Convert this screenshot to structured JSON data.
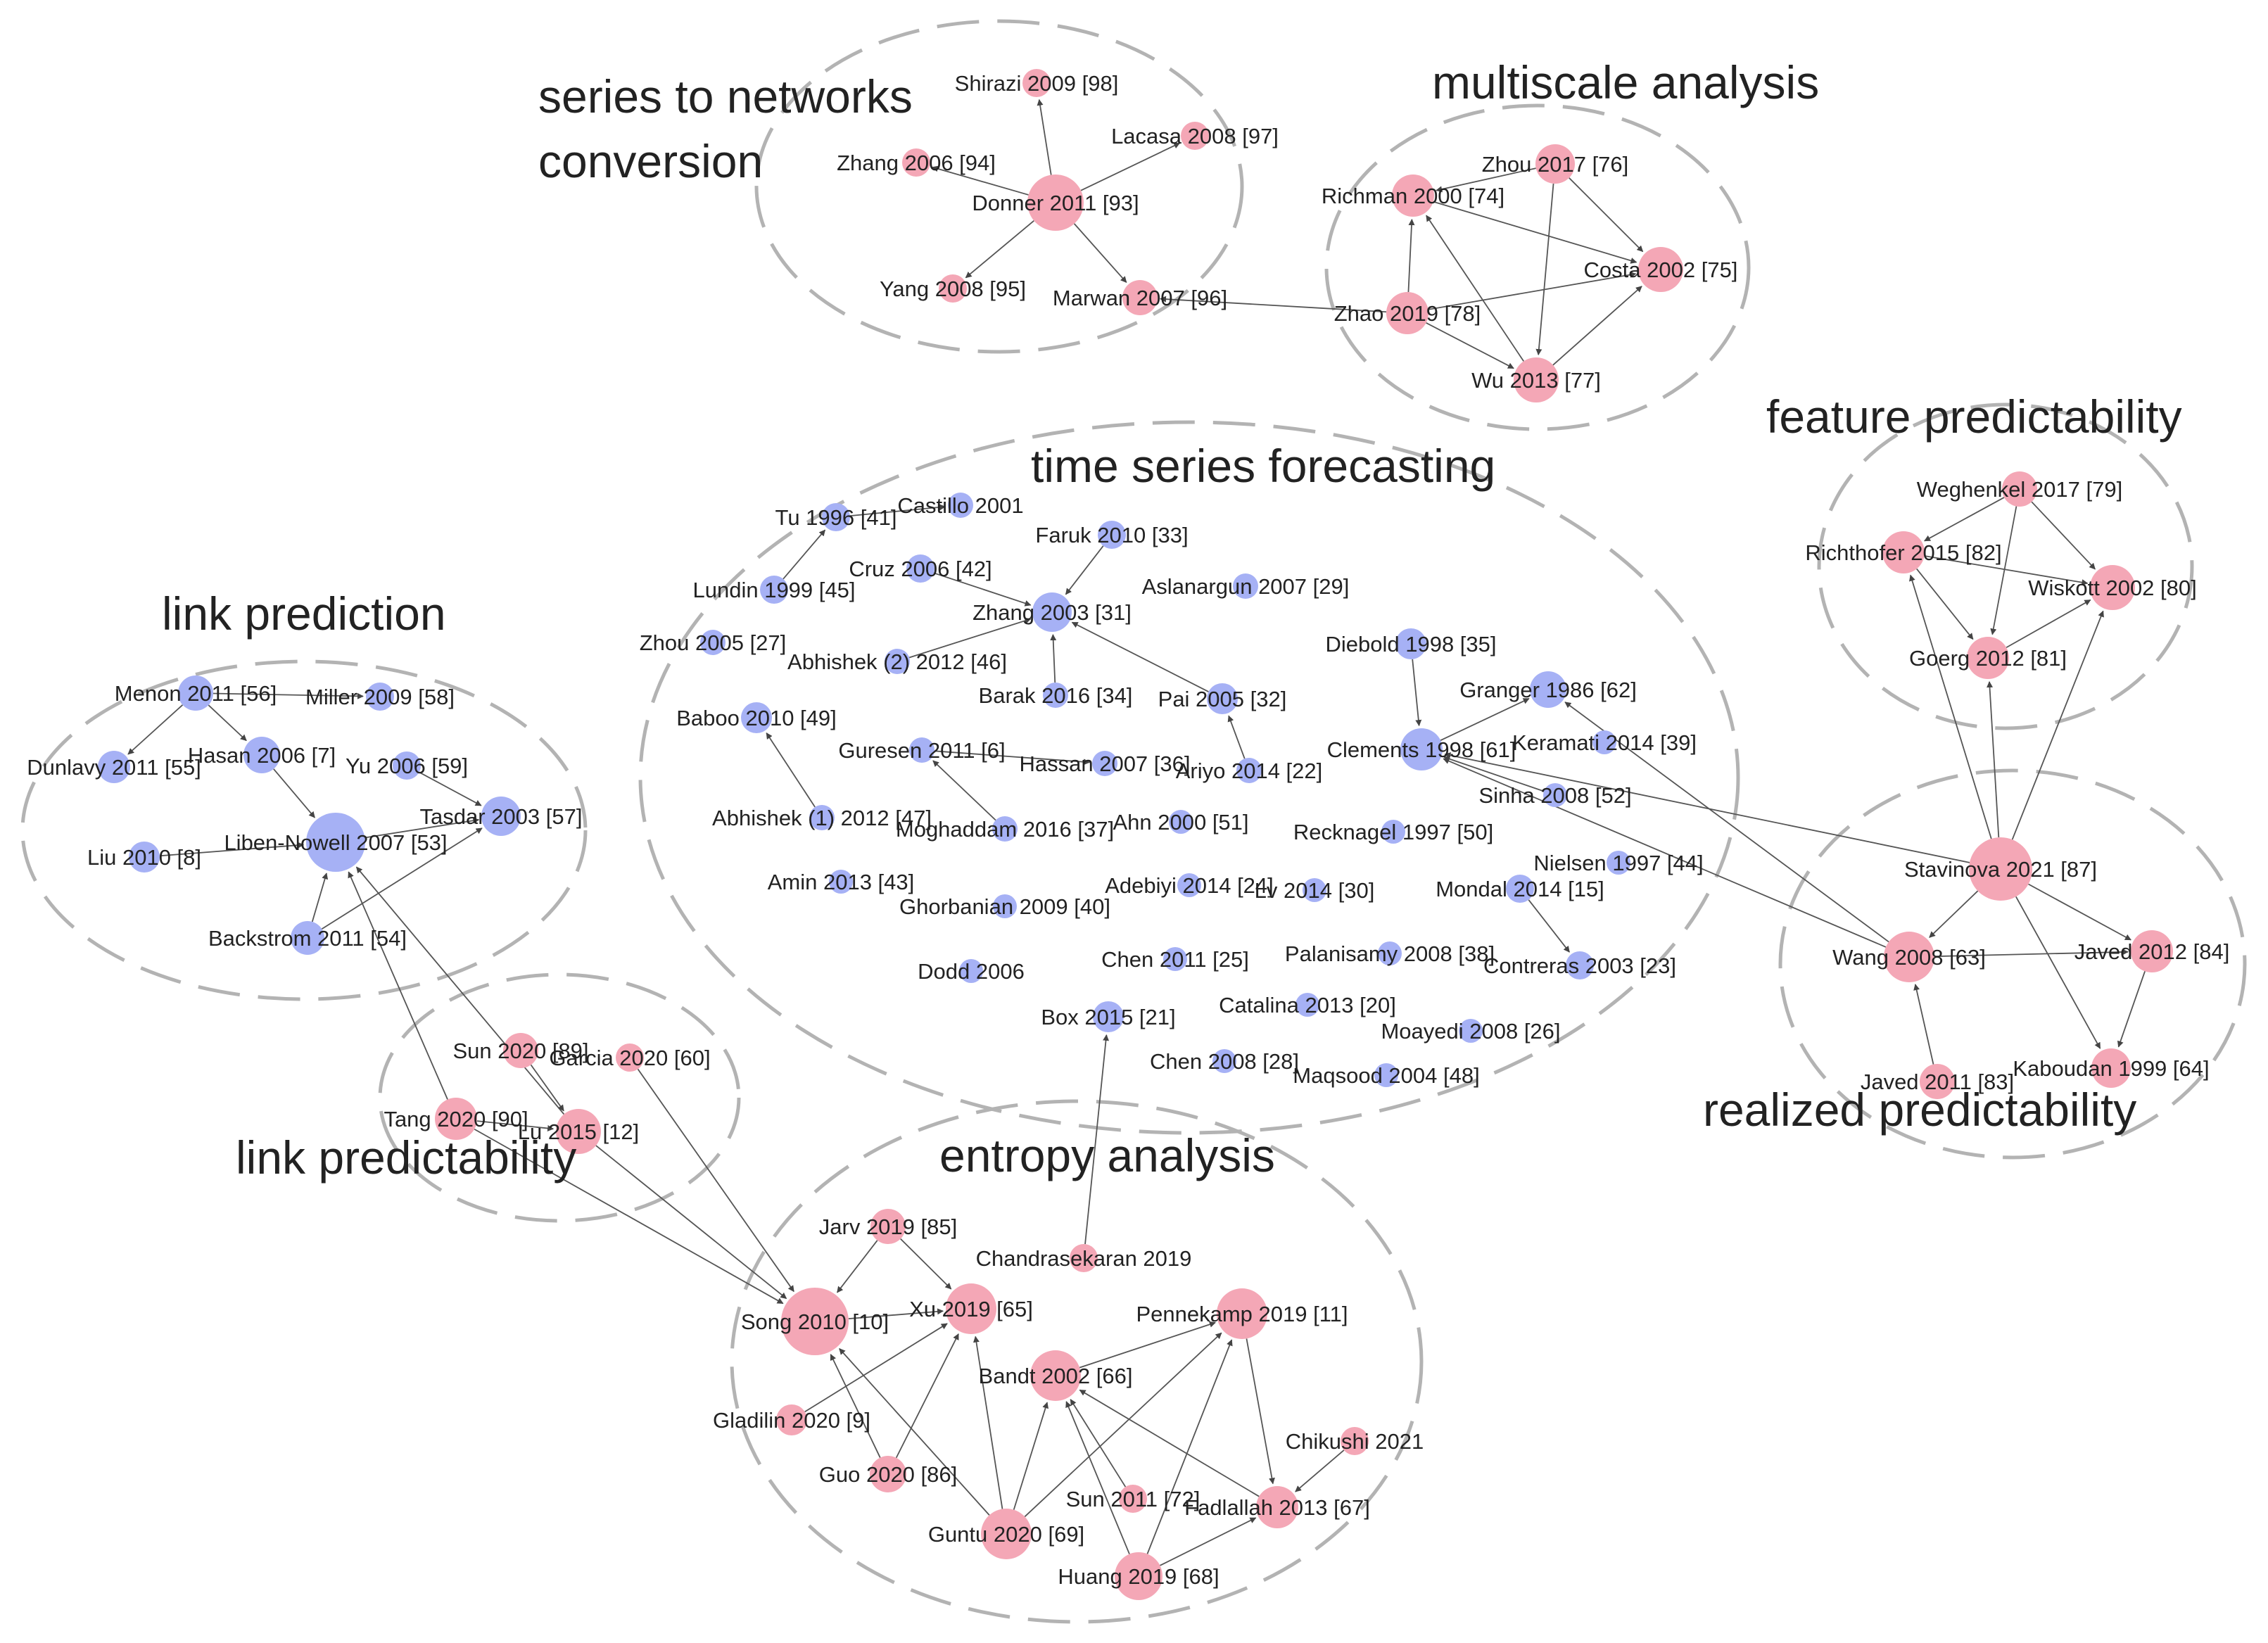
{
  "colors": {
    "pink": "#f4a7b6",
    "blue": "#a6b1f5",
    "cluster_stroke": "#b3b3b3",
    "edge": "#555555"
  },
  "clusters": [
    {
      "id": "s2n",
      "title": [
        "series to networks",
        "conversion"
      ]
    },
    {
      "id": "ms",
      "title": [
        "multiscale analysis"
      ]
    },
    {
      "id": "fp",
      "title": [
        "feature predictability"
      ]
    },
    {
      "id": "tsf",
      "title": [
        "time series forecasting"
      ]
    },
    {
      "id": "lp",
      "title": [
        "link prediction"
      ]
    },
    {
      "id": "rp",
      "title": [
        "realized predictability"
      ]
    },
    {
      "id": "lpr",
      "title": [
        "link predictability"
      ]
    },
    {
      "id": "ea",
      "title": [
        "entropy analysis"
      ]
    }
  ],
  "nodes": [
    {
      "id": "shirazi",
      "label": "Shirazi 2009 [98]",
      "group": "pink",
      "size": 1
    },
    {
      "id": "lacasa",
      "label": "Lacasa 2008 [97]",
      "group": "pink",
      "size": 1
    },
    {
      "id": "zhang2006",
      "label": "Zhang 2006 [94]",
      "group": "pink",
      "size": 1
    },
    {
      "id": "donner",
      "label": "Donner 2011 [93]",
      "group": "pink",
      "size": 3
    },
    {
      "id": "yang",
      "label": "Yang 2008 [95]",
      "group": "pink",
      "size": 1
    },
    {
      "id": "marwan",
      "label": "Marwan 2007 [96]",
      "group": "pink",
      "size": 1.5
    },
    {
      "id": "zhou2017",
      "label": "Zhou 2017 [76]",
      "group": "pink",
      "size": 1.8
    },
    {
      "id": "richman",
      "label": "Richman 2000 [74]",
      "group": "pink",
      "size": 2
    },
    {
      "id": "costa",
      "label": "Costa 2002 [75]",
      "group": "pink",
      "size": 2.2
    },
    {
      "id": "zhao",
      "label": "Zhao 2019 [78]",
      "group": "pink",
      "size": 2
    },
    {
      "id": "wu",
      "label": "Wu 2013 [77]",
      "group": "pink",
      "size": 2.2
    },
    {
      "id": "weghenkel",
      "label": "Weghenkel 2017 [79]",
      "group": "pink",
      "size": 1.5
    },
    {
      "id": "richthofer",
      "label": "Richthofer 2015 [82]",
      "group": "pink",
      "size": 2
    },
    {
      "id": "wiskott",
      "label": "Wiskott 2002 [80]",
      "group": "pink",
      "size": 2.2
    },
    {
      "id": "goerg",
      "label": "Goerg 2012 [81]",
      "group": "pink",
      "size": 2
    },
    {
      "id": "tu",
      "label": "Tu 1996 [41]",
      "group": "blue",
      "size": 1
    },
    {
      "id": "castillo",
      "label": "Castillo 2001",
      "group": "blue",
      "size": 0.8
    },
    {
      "id": "faruk",
      "label": "Faruk 2010 [33]",
      "group": "blue",
      "size": 1
    },
    {
      "id": "lundin",
      "label": "Lundin 1999 [45]",
      "group": "blue",
      "size": 1
    },
    {
      "id": "cruz",
      "label": "Cruz 2006 [42]",
      "group": "blue",
      "size": 1
    },
    {
      "id": "zhang2003",
      "label": "Zhang 2003 [31]",
      "group": "blue",
      "size": 1.8
    },
    {
      "id": "aslanargun",
      "label": "Aslanargun 2007 [29]",
      "group": "blue",
      "size": 0.8
    },
    {
      "id": "zhou2005",
      "label": "Zhou 2005 [27]",
      "group": "blue",
      "size": 0.8
    },
    {
      "id": "abhishek2",
      "label": "Abhishek (2) 2012 [46]",
      "group": "blue",
      "size": 0.8
    },
    {
      "id": "diebold",
      "label": "Diebold 1998 [35]",
      "group": "blue",
      "size": 1.2
    },
    {
      "id": "baboo",
      "label": "Baboo 2010 [49]",
      "group": "blue",
      "size": 1.2
    },
    {
      "id": "barak",
      "label": "Barak 2016 [34]",
      "group": "blue",
      "size": 0.8
    },
    {
      "id": "pai",
      "label": "Pai 2005 [32]",
      "group": "blue",
      "size": 1.2
    },
    {
      "id": "granger",
      "label": "Granger 1986 [62]",
      "group": "blue",
      "size": 1.6
    },
    {
      "id": "guresen",
      "label": "Guresen 2011 [6]",
      "group": "blue",
      "size": 0.8
    },
    {
      "id": "hassan",
      "label": "Hassan 2007 [36]",
      "group": "blue",
      "size": 0.8
    },
    {
      "id": "ariyo",
      "label": "Ariyo 2014 [22]",
      "group": "blue",
      "size": 0.8
    },
    {
      "id": "clements",
      "label": "Clements 1998 [61]",
      "group": "blue",
      "size": 2
    },
    {
      "id": "keramati",
      "label": "Keramati 2014 [39]",
      "group": "blue",
      "size": 0.7
    },
    {
      "id": "sinha",
      "label": "Sinha 2008 [52]",
      "group": "blue",
      "size": 0.7
    },
    {
      "id": "abhishek1",
      "label": "Abhishek (1) 2012 [47]",
      "group": "blue",
      "size": 0.8
    },
    {
      "id": "moghaddam",
      "label": "Moghaddam 2016 [37]",
      "group": "blue",
      "size": 0.8
    },
    {
      "id": "ahn",
      "label": "Ahn 2000 [51]",
      "group": "blue",
      "size": 0.7
    },
    {
      "id": "recknagel",
      "label": "Recknagel 1997 [50]",
      "group": "blue",
      "size": 0.7
    },
    {
      "id": "nielsen",
      "label": "Nielsen 1997 [44]",
      "group": "blue",
      "size": 0.7
    },
    {
      "id": "amin",
      "label": "Amin 2013 [43]",
      "group": "blue",
      "size": 0.7
    },
    {
      "id": "adebiyi",
      "label": "Adebiyi 2014 [24]",
      "group": "blue",
      "size": 0.7
    },
    {
      "id": "lv",
      "label": "Lv 2014 [30]",
      "group": "blue",
      "size": 0.7
    },
    {
      "id": "mondal",
      "label": "Mondal 2014 [15]",
      "group": "blue",
      "size": 1
    },
    {
      "id": "ghorbanian",
      "label": "Ghorbanian 2009 [40]",
      "group": "blue",
      "size": 0.7
    },
    {
      "id": "palanisamy",
      "label": "Palanisamy 2008 [38]",
      "group": "blue",
      "size": 0.7
    },
    {
      "id": "dodd",
      "label": "Dodd 2006",
      "group": "blue",
      "size": 0.7
    },
    {
      "id": "chen2011",
      "label": "Chen 2011 [25]",
      "group": "blue",
      "size": 0.7
    },
    {
      "id": "contreras",
      "label": "Contreras 2003 [23]",
      "group": "blue",
      "size": 1
    },
    {
      "id": "catalina",
      "label": "Catalina 2013 [20]",
      "group": "blue",
      "size": 0.7
    },
    {
      "id": "box",
      "label": "Box 2015 [21]",
      "group": "blue",
      "size": 1.2
    },
    {
      "id": "moayedi",
      "label": "Moayedi 2008 [26]",
      "group": "blue",
      "size": 0.7
    },
    {
      "id": "chen2008",
      "label": "Chen 2008 [28]",
      "group": "blue",
      "size": 0.7
    },
    {
      "id": "maqsood",
      "label": "Maqsood 2004 [48]",
      "group": "blue",
      "size": 0.7
    },
    {
      "id": "menon",
      "label": "Menon 2011 [56]",
      "group": "blue",
      "size": 1.5
    },
    {
      "id": "miller",
      "label": "Miller 2009 [58]",
      "group": "blue",
      "size": 1
    },
    {
      "id": "dunlavy",
      "label": "Dunlavy 2011 [55]",
      "group": "blue",
      "size": 1.3
    },
    {
      "id": "hasan",
      "label": "Hasan 2006 [7]",
      "group": "blue",
      "size": 1.6
    },
    {
      "id": "yu",
      "label": "Yu 2006 [59]",
      "group": "blue",
      "size": 1
    },
    {
      "id": "tasdar",
      "label": "Tasdar 2003 [57]",
      "group": "blue",
      "size": 1.8
    },
    {
      "id": "liu",
      "label": "Liu 2010 [8]",
      "group": "blue",
      "size": 1.2
    },
    {
      "id": "libennowell",
      "label": "Liben-Nowell 2007 [53]",
      "group": "blue",
      "size": 3.2
    },
    {
      "id": "backstrom",
      "label": "Backstrom 2011 [54]",
      "group": "blue",
      "size": 1.4
    },
    {
      "id": "stavinova",
      "label": "Stavinova 2021 [87]",
      "group": "pink",
      "size": 3.5
    },
    {
      "id": "wang",
      "label": "Wang 2008 [63]",
      "group": "pink",
      "size": 2.6
    },
    {
      "id": "javed2012",
      "label": "Javed 2012 [84]",
      "group": "pink",
      "size": 2
    },
    {
      "id": "javed2011",
      "label": "Javed 2011 [83]",
      "group": "pink",
      "size": 1.5
    },
    {
      "id": "kaboudan",
      "label": "Kaboudan 1999 [64]",
      "group": "pink",
      "size": 1.8
    },
    {
      "id": "sun2020",
      "label": "Sun 2020 [89]",
      "group": "pink",
      "size": 1.5
    },
    {
      "id": "garcia",
      "label": "Garcia 2020 [60]",
      "group": "pink",
      "size": 1
    },
    {
      "id": "tang",
      "label": "Tang 2020 [90]",
      "group": "pink",
      "size": 2
    },
    {
      "id": "lu",
      "label": "Lu 2015 [12]",
      "group": "pink",
      "size": 2.2
    },
    {
      "id": "jarv",
      "label": "Jarv 2019 [85]",
      "group": "pink",
      "size": 1.5
    },
    {
      "id": "chandrasekaran",
      "label": "Chandrasekaran 2019",
      "group": "pink",
      "size": 1
    },
    {
      "id": "song",
      "label": "Song 2010 [10]",
      "group": "pink",
      "size": 3.8
    },
    {
      "id": "xu",
      "label": "Xu 2019 [65]",
      "group": "pink",
      "size": 2.6
    },
    {
      "id": "pennekamp",
      "label": "Pennekamp 2019 [11]",
      "group": "pink",
      "size": 2.6
    },
    {
      "id": "bandt",
      "label": "Bandt 2002 [66]",
      "group": "pink",
      "size": 2.6
    },
    {
      "id": "gladilin",
      "label": "Gladilin 2020 [9]",
      "group": "pink",
      "size": 1.2
    },
    {
      "id": "chikushi",
      "label": "Chikushi 2021",
      "group": "pink",
      "size": 1
    },
    {
      "id": "guo",
      "label": "Guo 2020 [86]",
      "group": "pink",
      "size": 1.6
    },
    {
      "id": "sun2011",
      "label": "Sun 2011 [72]",
      "group": "pink",
      "size": 1
    },
    {
      "id": "fadlallah",
      "label": "Fadlallah 2013 [67]",
      "group": "pink",
      "size": 2
    },
    {
      "id": "guntu",
      "label": "Guntu 2020 [69]",
      "group": "pink",
      "size": 2.6
    },
    {
      "id": "huang",
      "label": "Huang 2019 [68]",
      "group": "pink",
      "size": 2.4
    }
  ],
  "edges": [
    [
      "donner",
      "shirazi"
    ],
    [
      "donner",
      "lacasa"
    ],
    [
      "donner",
      "zhang2006"
    ],
    [
      "donner",
      "yang"
    ],
    [
      "donner",
      "marwan"
    ],
    [
      "zhao",
      "marwan"
    ],
    [
      "zhou2017",
      "richman"
    ],
    [
      "zhou2017",
      "costa"
    ],
    [
      "zhou2017",
      "wu"
    ],
    [
      "richman",
      "costa"
    ],
    [
      "zhao",
      "richman"
    ],
    [
      "zhao",
      "costa"
    ],
    [
      "wu",
      "richman"
    ],
    [
      "wu",
      "costa"
    ],
    [
      "zhao",
      "wu"
    ],
    [
      "weghenkel",
      "richthofer"
    ],
    [
      "weghenkel",
      "wiskott"
    ],
    [
      "weghenkel",
      "goerg"
    ],
    [
      "richthofer",
      "wiskott"
    ],
    [
      "richthofer",
      "goerg"
    ],
    [
      "goerg",
      "wiskott"
    ],
    [
      "stavinova",
      "richthofer"
    ],
    [
      "stavinova",
      "goerg"
    ],
    [
      "stavinova",
      "wiskott"
    ],
    [
      "stavinova",
      "clements"
    ],
    [
      "stavinova",
      "wang"
    ],
    [
      "stavinova",
      "javed2012"
    ],
    [
      "stavinova",
      "kaboudan"
    ],
    [
      "wang",
      "javed2012"
    ],
    [
      "javed2011",
      "wang"
    ],
    [
      "javed2012",
      "kaboudan"
    ],
    [
      "wang",
      "clements"
    ],
    [
      "wang",
      "granger"
    ],
    [
      "tu",
      "castillo"
    ],
    [
      "lundin",
      "tu"
    ],
    [
      "faruk",
      "zhang2003"
    ],
    [
      "cruz",
      "zhang2003"
    ],
    [
      "barak",
      "zhang2003"
    ],
    [
      "pai",
      "zhang2003"
    ],
    [
      "ariyo",
      "pai"
    ],
    [
      "abhishek2",
      "zhang2003"
    ],
    [
      "abhishek1",
      "baboo"
    ],
    [
      "moghaddam",
      "guresen"
    ],
    [
      "guresen",
      "hassan"
    ],
    [
      "diebold",
      "clements"
    ],
    [
      "clements",
      "granger"
    ],
    [
      "sinha",
      "clements"
    ],
    [
      "mondal",
      "contreras"
    ],
    [
      "chandrasekaran",
      "box"
    ],
    [
      "menon",
      "miller"
    ],
    [
      "menon",
      "dunlavy"
    ],
    [
      "menon",
      "hasan"
    ],
    [
      "hasan",
      "libennowell"
    ],
    [
      "yu",
      "tasdar"
    ],
    [
      "libennowell",
      "tasdar"
    ],
    [
      "liu",
      "libennowell"
    ],
    [
      "backstrom",
      "libennowell"
    ],
    [
      "backstrom",
      "tasdar"
    ],
    [
      "tang",
      "libennowell"
    ],
    [
      "lu",
      "libennowell"
    ],
    [
      "sun2020",
      "lu"
    ],
    [
      "tang",
      "lu"
    ],
    [
      "tang",
      "song"
    ],
    [
      "lu",
      "song"
    ],
    [
      "garcia",
      "song"
    ],
    [
      "jarv",
      "song"
    ],
    [
      "jarv",
      "xu"
    ],
    [
      "song",
      "xu"
    ],
    [
      "gladilin",
      "xu"
    ],
    [
      "guo",
      "song"
    ],
    [
      "guo",
      "xu"
    ],
    [
      "guntu",
      "song"
    ],
    [
      "guntu",
      "xu"
    ],
    [
      "guntu",
      "bandt"
    ],
    [
      "guntu",
      "pennekamp"
    ],
    [
      "bandt",
      "pennekamp"
    ],
    [
      "pennekamp",
      "fadlallah"
    ],
    [
      "fadlallah",
      "bandt"
    ],
    [
      "chikushi",
      "fadlallah"
    ],
    [
      "huang",
      "bandt"
    ],
    [
      "huang",
      "pennekamp"
    ],
    [
      "huang",
      "fadlallah"
    ],
    [
      "sun2011",
      "bandt"
    ]
  ]
}
